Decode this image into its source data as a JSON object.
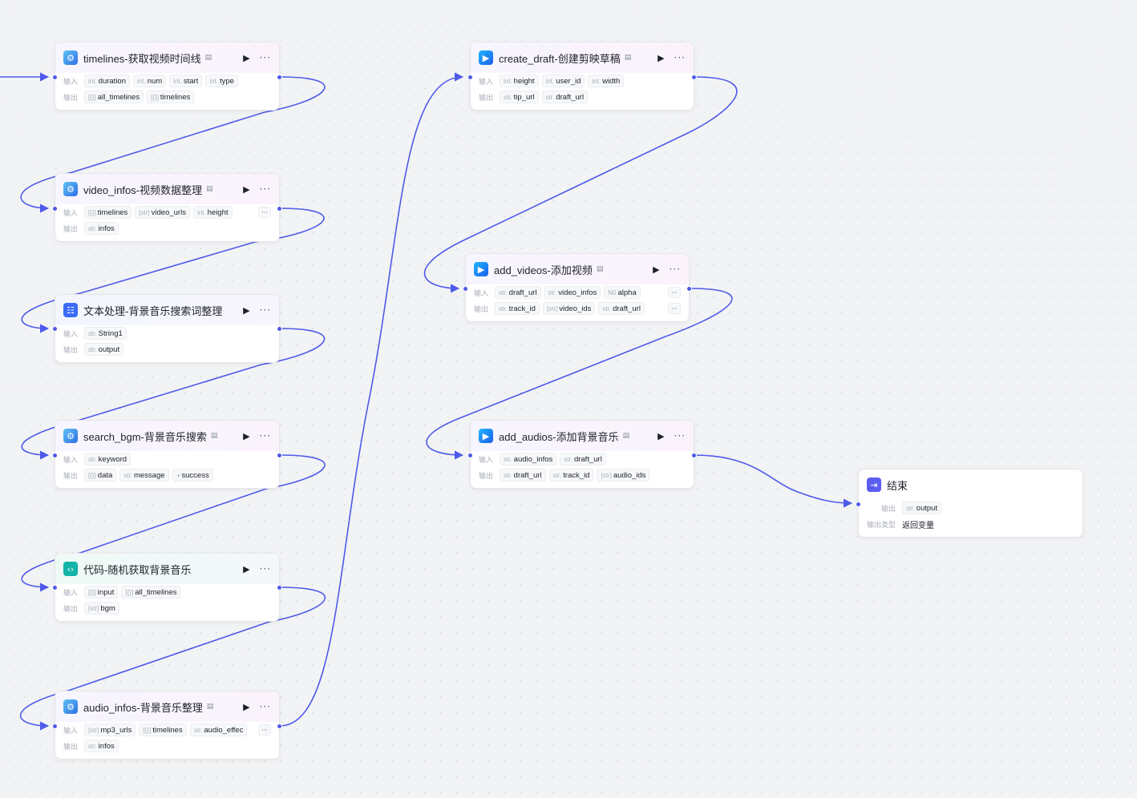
{
  "labels": {
    "input": "输入",
    "output": "输出",
    "output_type": "输出类型"
  },
  "nodes": [
    {
      "key": "n1",
      "title": "timelines-获取视频时间线",
      "icon": "plugin-icon",
      "inputs": [
        {
          "type": "int.",
          "name": "duration"
        },
        {
          "type": "int.",
          "name": "num"
        },
        {
          "type": "int.",
          "name": "start"
        },
        {
          "type": "int.",
          "name": "type"
        }
      ],
      "outputs": [
        {
          "type": "[{}]",
          "name": "all_timelines"
        },
        {
          "type": "[{}]",
          "name": "timelines"
        }
      ]
    },
    {
      "key": "n2",
      "title": "video_infos-视频数据整理",
      "icon": "plugin-icon",
      "inputs": [
        {
          "type": "[{}]",
          "name": "timelines"
        },
        {
          "type": "[str]",
          "name": "video_urls"
        },
        {
          "type": "int.",
          "name": "height"
        }
      ],
      "outputs": [
        {
          "type": "str.",
          "name": "infos"
        }
      ]
    },
    {
      "key": "n3",
      "title": "文本处理-背景音乐搜索词整理",
      "icon": "text-process-icon",
      "inputs": [
        {
          "type": "str.",
          "name": "String1"
        }
      ],
      "outputs": [
        {
          "type": "str.",
          "name": "output"
        }
      ]
    },
    {
      "key": "n4",
      "title": "search_bgm-背景音乐搜索",
      "icon": "plugin-icon",
      "inputs": [
        {
          "type": "str.",
          "name": "keyword"
        }
      ],
      "outputs": [
        {
          "type": "[{}]",
          "name": "data"
        },
        {
          "type": "str.",
          "name": "message"
        },
        {
          "type": "◑",
          "name": "success"
        }
      ]
    },
    {
      "key": "n5",
      "title": "代码-随机获取背景音乐",
      "icon": "code-icon",
      "inputs": [
        {
          "type": "[{}]",
          "name": "input"
        },
        {
          "type": "[{}]",
          "name": "all_timelines"
        }
      ],
      "outputs": [
        {
          "type": "[str]",
          "name": "bgm"
        }
      ]
    },
    {
      "key": "n6",
      "title": "audio_infos-背景音乐整理",
      "icon": "plugin-icon",
      "inputs": [
        {
          "type": "[str]",
          "name": "mp3_urls"
        },
        {
          "type": "[{}]",
          "name": "timelines"
        },
        {
          "type": "str.",
          "name": "audio_effec"
        }
      ],
      "outputs": [
        {
          "type": "str.",
          "name": "infos"
        }
      ]
    },
    {
      "key": "n7",
      "title": "create_draft-创建剪映草稿",
      "icon": "draft-icon",
      "inputs": [
        {
          "type": "int.",
          "name": "height"
        },
        {
          "type": "int.",
          "name": "user_id"
        },
        {
          "type": "int.",
          "name": "width"
        }
      ],
      "outputs": [
        {
          "type": "str.",
          "name": "tip_url"
        },
        {
          "type": "str.",
          "name": "draft_url"
        }
      ]
    },
    {
      "key": "n8",
      "title": "add_videos-添加视频",
      "icon": "draft-icon",
      "inputs": [
        {
          "type": "str.",
          "name": "draft_url"
        },
        {
          "type": "str.",
          "name": "video_infos"
        },
        {
          "type": "N0",
          "name": "alpha"
        }
      ],
      "outputs": [
        {
          "type": "str.",
          "name": "track_id"
        },
        {
          "type": "[str]",
          "name": "video_ids"
        },
        {
          "type": "str.",
          "name": "draft_url"
        }
      ]
    },
    {
      "key": "n9",
      "title": "add_audios-添加背景音乐",
      "icon": "draft-icon",
      "inputs": [
        {
          "type": "str.",
          "name": "audio_infos"
        },
        {
          "type": "str.",
          "name": "draft_url"
        }
      ],
      "outputs": [
        {
          "type": "str.",
          "name": "draft_url"
        },
        {
          "type": "str.",
          "name": "track_id"
        },
        {
          "type": "[str]",
          "name": "audio_ids"
        }
      ]
    }
  ],
  "end_node": {
    "title": "结束",
    "icon": "end-icon",
    "outputs": [
      {
        "type": "str.",
        "name": "output"
      }
    ],
    "output_type_value": "返回变量"
  },
  "colors": {
    "edge": "#4e5ae8",
    "port": "#4e5ae8"
  }
}
